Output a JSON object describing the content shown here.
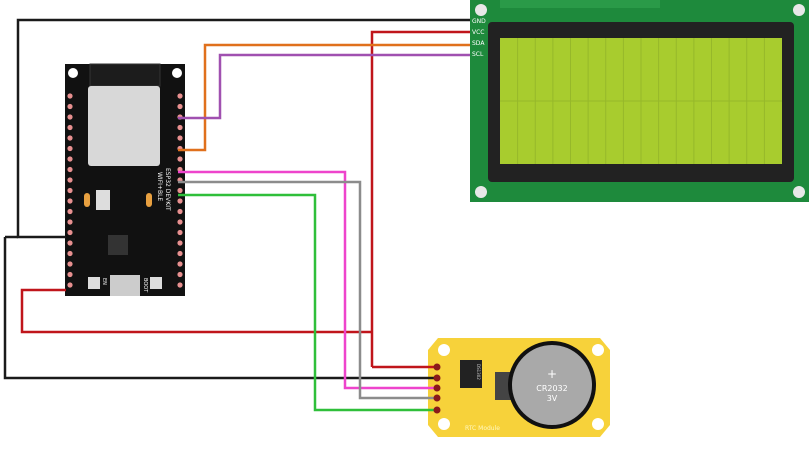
{
  "lcd": {
    "pins": [
      "GND",
      "VCC",
      "SDA",
      "SCL"
    ]
  },
  "esp32": {
    "title": "ESP32 DEVKIT",
    "subtitle": "WIFI+BLE",
    "button_en": "EN",
    "button_boot": "BOOT"
  },
  "rtc": {
    "label": "RTC Module",
    "chip": "DS1302",
    "battery": "CR2032",
    "voltage": "3V",
    "battery_sign": "+"
  },
  "colors": {
    "gnd": "#1a1a1a",
    "vcc": "#c0151b",
    "sda": "#e0701c",
    "scl": "#a050b0",
    "pink": "#ee44cc",
    "gray": "#8c8c8c",
    "green": "#2fbf3a",
    "lcd_pcb": "#1e8a3c",
    "lcd_screen": "#a8cc2e",
    "rtc_board": "#f7d23a"
  }
}
